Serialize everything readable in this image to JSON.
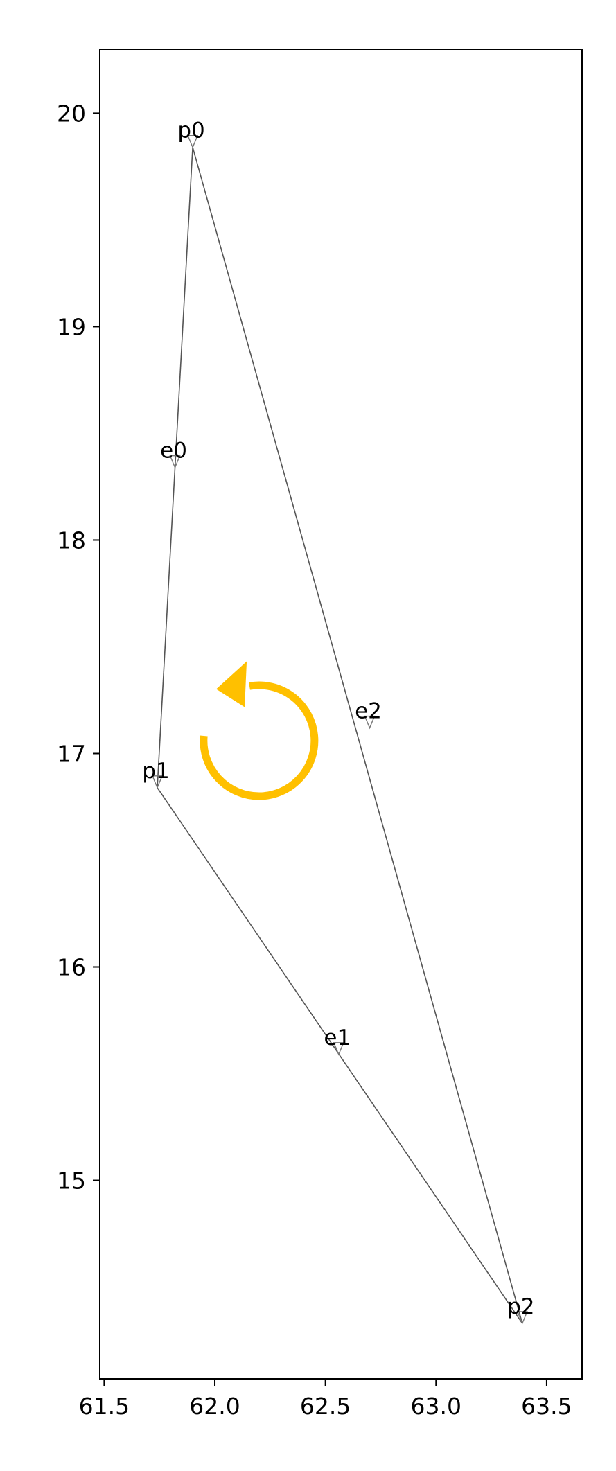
{
  "chart_data": {
    "type": "line",
    "title": "",
    "xlabel": "",
    "ylabel": "",
    "xlim": [
      61.48,
      63.66
    ],
    "ylim": [
      14.07,
      20.3
    ],
    "grid": false,
    "x_ticks": [
      61.5,
      62.0,
      62.5,
      63.0,
      63.5
    ],
    "x_tick_labels": [
      "61.5",
      "62.0",
      "62.5",
      "63.0",
      "63.5"
    ],
    "y_ticks": [
      15,
      16,
      17,
      18,
      19,
      20
    ],
    "y_tick_labels": [
      "15",
      "16",
      "17",
      "18",
      "19",
      "20"
    ],
    "polygon": [
      [
        61.9,
        19.84
      ],
      [
        61.74,
        16.84
      ],
      [
        63.39,
        14.33
      ]
    ],
    "points": [
      {
        "label": "p0",
        "x": 61.9,
        "y": 19.84
      },
      {
        "label": "p1",
        "x": 61.74,
        "y": 16.84
      },
      {
        "label": "p2",
        "x": 63.39,
        "y": 14.33
      },
      {
        "label": "e0",
        "x": 61.82,
        "y": 18.34
      },
      {
        "label": "e1",
        "x": 62.56,
        "y": 15.59
      },
      {
        "label": "e2",
        "x": 62.7,
        "y": 17.12
      }
    ],
    "orientation_arrow": {
      "direction": "counterclockwise",
      "center": [
        62.2,
        17.06
      ],
      "color": "#FFC000"
    },
    "line_color": "#555555"
  }
}
